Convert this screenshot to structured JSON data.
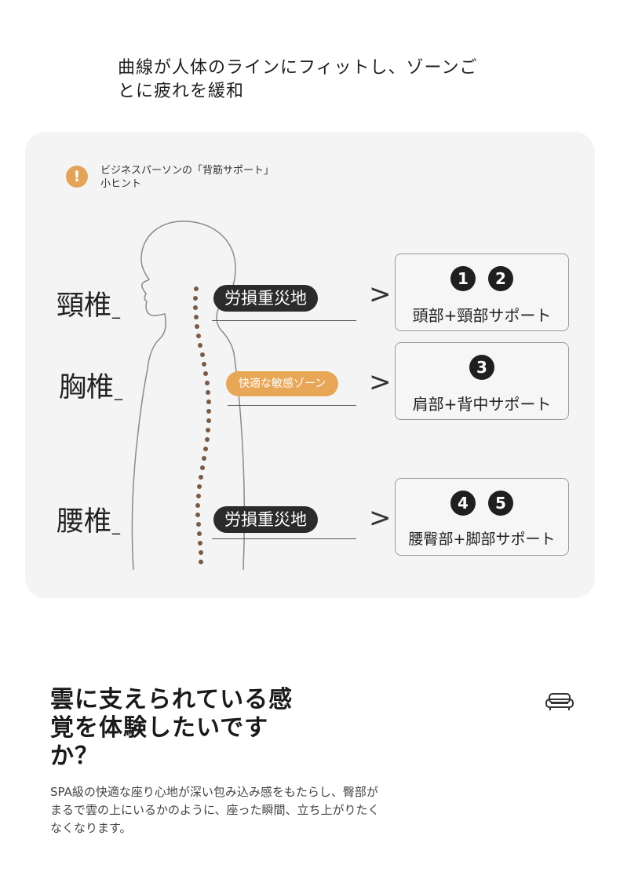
{
  "headline": "曲線が人体のラインにフィットし、ゾーンごとに疲れを緩和",
  "tip": {
    "icon": "exclamation-icon",
    "line1": "ビジネスパーソンの「背筋サポート」",
    "line2": "小ヒント"
  },
  "regions": [
    {
      "label": "頸椎",
      "tag": "労損重災地",
      "numbers": [
        "1",
        "2"
      ],
      "support": "頭部+頸部サポート"
    },
    {
      "label": "胸椎",
      "tag": "快適な敏感ゾーン",
      "numbers": [
        "3"
      ],
      "support": "肩部+背中サポート"
    },
    {
      "label": "腰椎",
      "tag": "労損重災地",
      "numbers": [
        "4",
        "5"
      ],
      "support": "腰臀部+脚部サポート"
    }
  ],
  "heading": "雲に支えられている感覚を体験したいですか？",
  "body": "SPA級の快適な座り心地が深い包み込み感をもたらし、臀部がまるで雲の上にいるかのように、座った瞬間、立ち上がりたくなくなります。",
  "icons": {
    "sofa": "sofa-icon",
    "arrow": "chevron-right-icon"
  },
  "colors": {
    "accent_orange": "#e8a657",
    "spine_dots": "#7a5a46",
    "dark_pill": "#2b2b2b",
    "panel_bg": "#f4f4f4"
  }
}
